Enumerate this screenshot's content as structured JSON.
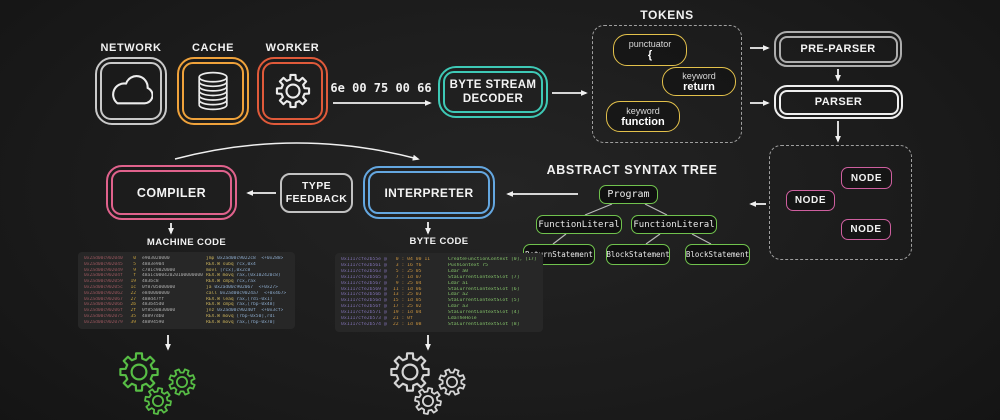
{
  "sources": {
    "items": [
      {
        "label": "NETWORK",
        "color": "#c9c9c9",
        "icon": "cloud-icon"
      },
      {
        "label": "CACHE",
        "color": "#efa23b",
        "icon": "database-icon"
      },
      {
        "label": "WORKER",
        "color": "#e05a3a",
        "icon": "gear-icon"
      }
    ]
  },
  "byte_stream": {
    "text": "6e 00 75 00 66"
  },
  "decoder": {
    "line1": "BYTE STREAM",
    "line2": "DECODER",
    "color": "#3ec9b6"
  },
  "tokens": {
    "title": "TOKENS",
    "color": "#e3c14b",
    "items": [
      {
        "type": "punctuator",
        "value": "{"
      },
      {
        "type": "keyword",
        "value": "return"
      },
      {
        "type": "keyword",
        "value": "function"
      }
    ]
  },
  "pre_parser": {
    "label": "PRE-PARSER",
    "color": "#adadad"
  },
  "parser": {
    "label": "PARSER",
    "color": "#efefef"
  },
  "nodes": {
    "color": "#ce5f9f",
    "items": [
      "NODE",
      "NODE",
      "NODE"
    ]
  },
  "ast": {
    "title": "ABSTRACT SYNTAX TREE",
    "color": "#70c24d",
    "nodes": [
      "Program",
      "FunctionLiteral",
      "FunctionLiteral",
      "ReturnStatement",
      "BlockStatement",
      "BlockStatement"
    ]
  },
  "compiler": {
    "label": "COMPILER",
    "color": "#e0628c"
  },
  "type_feedback": {
    "line1": "TYPE",
    "line2": "FEEDBACK",
    "color": "#c2c2c2"
  },
  "interpreter": {
    "label": "INTERPRETER",
    "color": "#64a7e0"
  },
  "machine_code": {
    "title": "MACHINE CODE",
    "lines": [
      {
        "a": "0x2ad00c902040",
        "o": "0",
        "b": "e903020000",
        "m": "jmp",
        "r": " 0x2ad00c9022c8  <+0x288>"
      },
      {
        "a": "0x2ad00c902045",
        "o": "5",
        "b": "4883e904",
        "m": "REX.W subq",
        "r": " rcx,0x4"
      },
      {
        "a": "0x2ad00c902049",
        "o": "9",
        "b": "c781c9020000",
        "m": "movl",
        "r": " [rcx],0x2c8"
      },
      {
        "a": "0x2ad00c90204f",
        "o": "f",
        "b": "48a1c00042020100000000",
        "m": "REX.W movq",
        "r": " rax,(0x102420c8)"
      },
      {
        "a": "0x2ad00c902059",
        "o": "19",
        "b": "483bc8",
        "m": "REX.W cmpq",
        "r": " rcx,rax"
      },
      {
        "a": "0x2ad00c90205c",
        "o": "1c",
        "b": "0f8705000000",
        "m": "ja",
        "r": " 0x2ad00c902067  <+0x27>"
      },
      {
        "a": "0x2ad00c902062",
        "o": "22",
        "b": "e840000000",
        "m": "call",
        "r": " 0x2ad00c9024a7  <+0x467>"
      },
      {
        "a": "0x2ad00c902067",
        "o": "27",
        "b": "488d47ff",
        "m": "REX.W leaq",
        "r": " rax,[rdi-0x1]"
      },
      {
        "a": "0x2ad00c90206b",
        "o": "2b",
        "b": "483b45d0",
        "m": "REX.W cmpq",
        "r": " rax,[rbp-0x48]"
      },
      {
        "a": "0x2ad00c90206f",
        "o": "2f",
        "b": "0f85a0030000",
        "m": "jnz",
        "r": " 0x2ad00c90240f  <+0x3cf>"
      },
      {
        "a": "0x2ad00c902075",
        "o": "35",
        "b": "48897db0",
        "m": "REX.W movq",
        "r": " [rbp-0x50],rdi"
      },
      {
        "a": "0x2ad00c902079",
        "o": "39",
        "b": "48894590",
        "m": "REX.W movq",
        "r": " rax,[rbp-0x70]"
      }
    ]
  },
  "byte_code": {
    "title": "BYTE CODE",
    "lines": [
      {
        "a": "0x1117cfe2b55e @",
        "o": "  0 : 04 00 11",
        "m": "CreateFunctionContext [0], [17]"
      },
      {
        "a": "0x1117cfe2b561 @",
        "o": "  3 : 16 f6",
        "m": "PushContext r5"
      },
      {
        "a": "0x1117cfe2b563 @",
        "o": "  5 : 25 05",
        "m": "Ldar a0"
      },
      {
        "a": "0x1117cfe2b565 @",
        "o": "  7 : 1d 07",
        "m": "StaCurrentContextSlot [7]"
      },
      {
        "a": "0x1117cfe2b567 @",
        "o": "  9 : 25 04",
        "m": "Ldar a1"
      },
      {
        "a": "0x1117cfe2b569 @",
        "o": " 11 : 1d 06",
        "m": "StaCurrentContextSlot [6]"
      },
      {
        "a": "0x1117cfe2b56b @",
        "o": " 13 : 25 03",
        "m": "Ldar a2"
      },
      {
        "a": "0x1117cfe2b56d @",
        "o": " 15 : 1d 05",
        "m": "StaCurrentContextSlot [5]"
      },
      {
        "a": "0x1117cfe2b56f @",
        "o": " 17 : 25 02",
        "m": "Ldar a3"
      },
      {
        "a": "0x1117cfe2b571 @",
        "o": " 19 : 1d 04",
        "m": "StaCurrentContextSlot [4]"
      },
      {
        "a": "0x1117cfe2b573 @",
        "o": " 21 : 0f",
        "m": "LdaTheHole"
      },
      {
        "a": "0x1117cfe2b574 @",
        "o": " 22 : 1d 08",
        "m": "StaCurrentContextSlot [8]"
      }
    ]
  },
  "gears": {
    "machine_color": "#57bd45",
    "byte_color": "#d5d5d5"
  }
}
